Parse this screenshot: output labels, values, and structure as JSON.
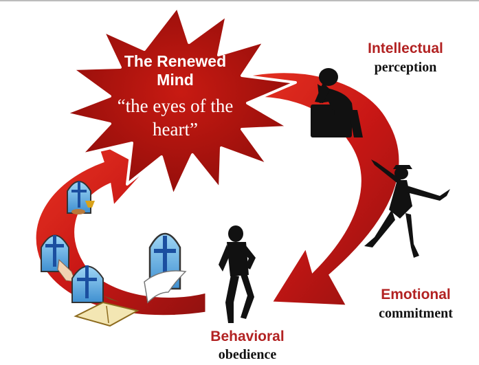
{
  "center": {
    "title_line1": "The Renewed",
    "title_line2": "Mind",
    "subtitle_line1": "“the eyes of the",
    "subtitle_line2": "heart”"
  },
  "stages": {
    "intellectual": {
      "label": "Intellectual",
      "sublabel": "perception"
    },
    "emotional": {
      "label": "Emotional",
      "sublabel": "commitment"
    },
    "behavioral": {
      "label": "Behavioral",
      "sublabel": "obedience"
    }
  },
  "icons": [
    "thinker-statue-icon",
    "dancing-figure-icon",
    "running-man-icon",
    "church-window-chalice-icon",
    "church-window-praying-hands-icon",
    "church-window-bible-icon",
    "church-window-dove-icon"
  ],
  "colors": {
    "arrow": "#c8100e",
    "burst": "#b3140f",
    "label_red": "#b22222",
    "silhouette": "#111111"
  }
}
